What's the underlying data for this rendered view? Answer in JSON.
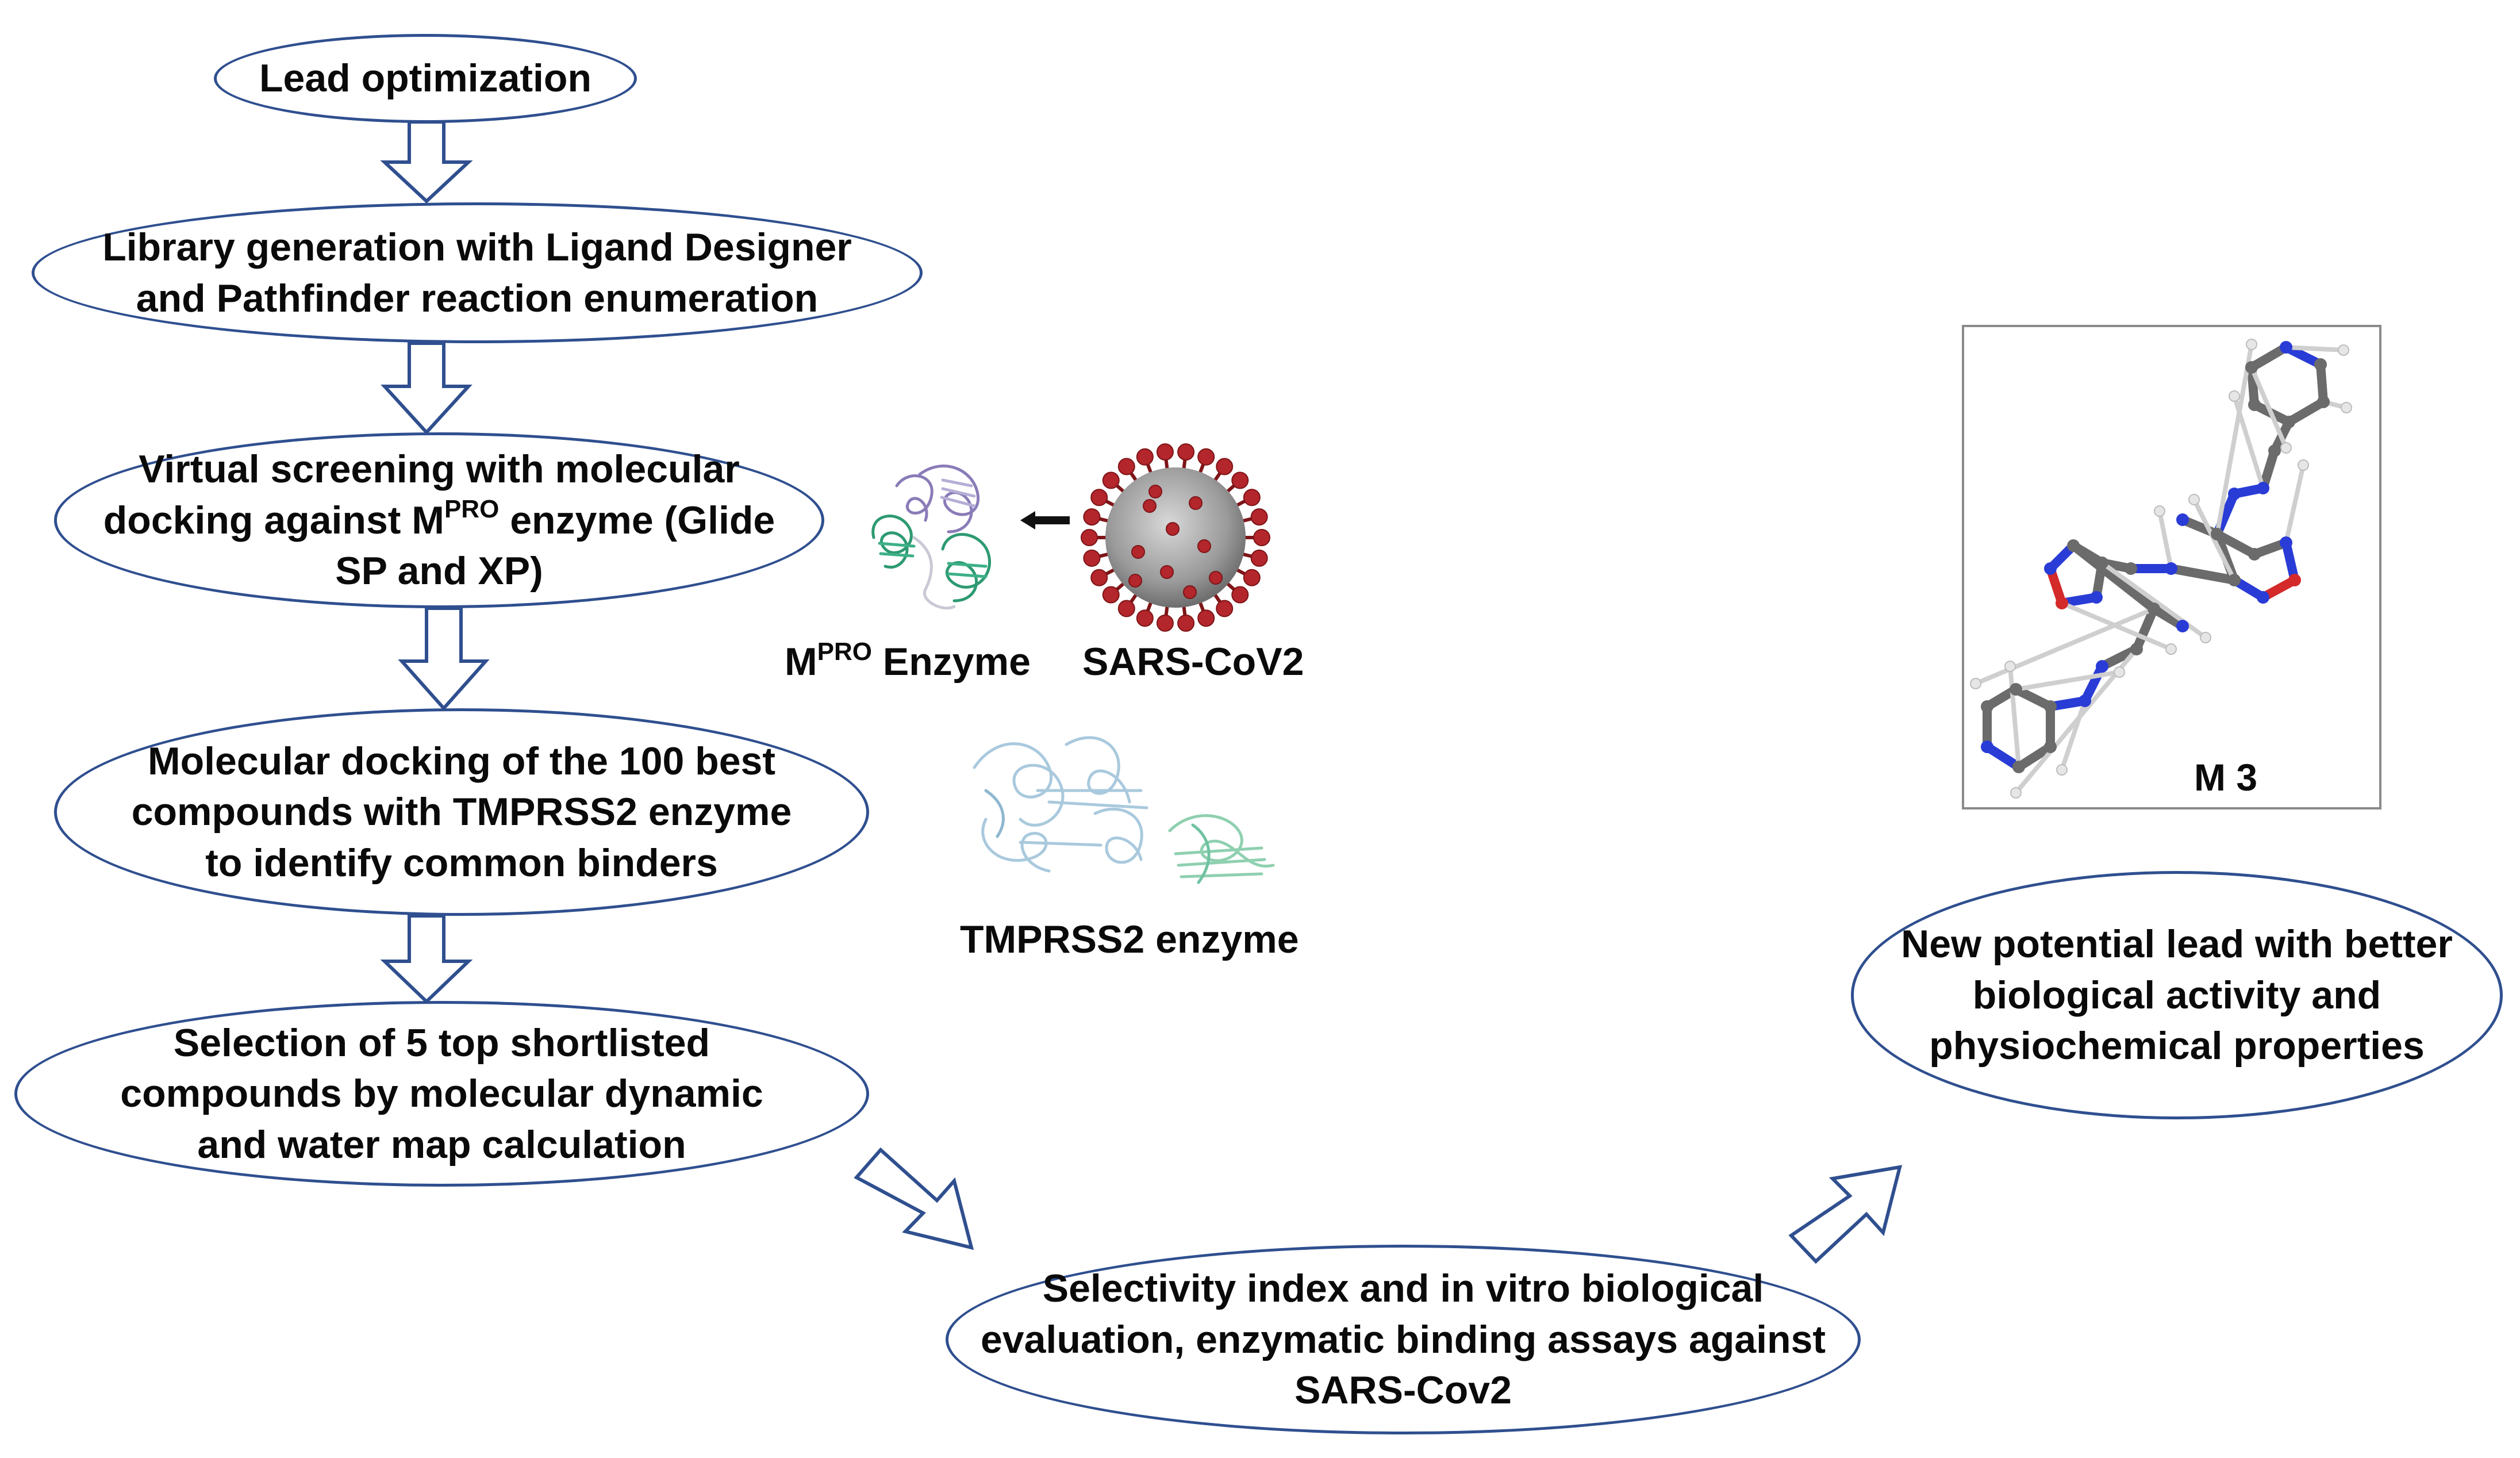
{
  "colors": {
    "outline": "#2f4f8f",
    "text": "#0a0a0a",
    "virus_red": "#b3262b",
    "virus_grey": "#9a9a9a",
    "protein_green": "#2e9a72",
    "protein_purple": "#8a7bb8",
    "tmprss2_blue": "#a9c9dd",
    "tmprss2_green": "#8fd0b0",
    "atom_carbon": "#6b6b6b",
    "atom_nitrogen": "#2a3cd6",
    "atom_oxygen": "#d42a2a",
    "atom_hydrogen": "#e6e6e6"
  },
  "flow": {
    "step1": [
      "Lead optimization"
    ],
    "step2": [
      "Library generation with Ligand Designer",
      "and Pathfinder reaction enumeration"
    ],
    "step3_line1": "Virtual screening with molecular",
    "step3_line2_pre": "docking against M",
    "step3_line2_sup": "PRO",
    "step3_line2_post": " enzyme (Glide",
    "step3_line3": "SP and XP)",
    "step4": [
      "Molecular docking of the 100 best",
      "compounds with TMPRSS2 enzyme",
      "to identify common binders"
    ],
    "step5": [
      "Selection of 5 top shortlisted",
      "compounds by molecular dynamic",
      "and water map calculation"
    ],
    "step6": [
      "Selectivity index  and in vitro biological",
      "evaluation, enzymatic binding assays against",
      "SARS-Cov2"
    ],
    "step7": [
      "New potential lead with better",
      "biological activity and",
      "physiochemical properties"
    ]
  },
  "labels": {
    "mpro_pre": "M",
    "mpro_sup": "PRO",
    "mpro_post": " Enzyme",
    "virus": "SARS-CoV2",
    "tmprss2": "TMPRSS2 enzyme",
    "molecule": "M 3"
  },
  "icons": [
    "block-down-arrow",
    "block-diagonal-arrow",
    "black-left-arrow",
    "protein-ribbon",
    "virus-particle",
    "ball-and-stick-molecule"
  ]
}
